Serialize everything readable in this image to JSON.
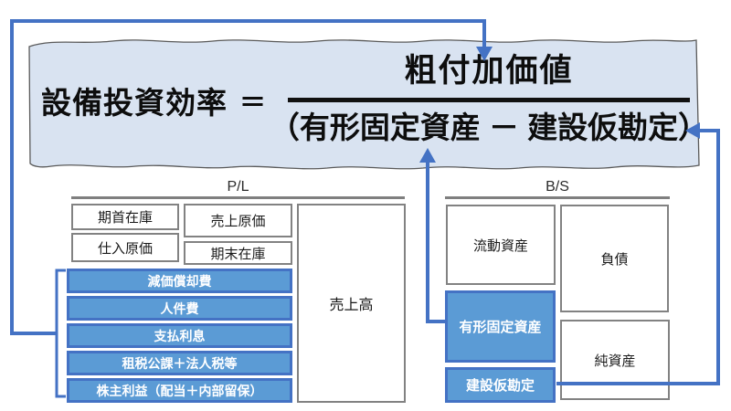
{
  "formula": {
    "lhs": "設備投資効率",
    "equals": "＝",
    "numerator": "粗付加価値",
    "denominator": "（有形固定資産 － 建設仮勘定）"
  },
  "pl": {
    "title": "P/L",
    "beginning_inventory": "期首在庫",
    "purchase_cost": "仕入原価",
    "cost_of_sales": "売上原価",
    "ending_inventory": "期末在庫",
    "value_added_items": [
      "減価償却費",
      "人件費",
      "支払利息",
      "租税公課＋法人税等",
      "株主利益（配当＋内部留保）"
    ],
    "sales": "売上高"
  },
  "bs": {
    "title": "B/S",
    "current_assets": "流動資産",
    "liabilities": "負債",
    "tangible_fixed_assets": "有形固定資産",
    "net_assets": "純資産",
    "construction_in_progress": "建設仮勘定"
  },
  "colors": {
    "highlight_fill": "#5b9bd5",
    "highlight_border": "#4472c4",
    "connector_blue": "#4472c4",
    "paper_fill": "#d9e3f1",
    "paper_outline": "#5a5a5a",
    "gray_border": "#828282",
    "text_black": "#0d0d0d"
  }
}
